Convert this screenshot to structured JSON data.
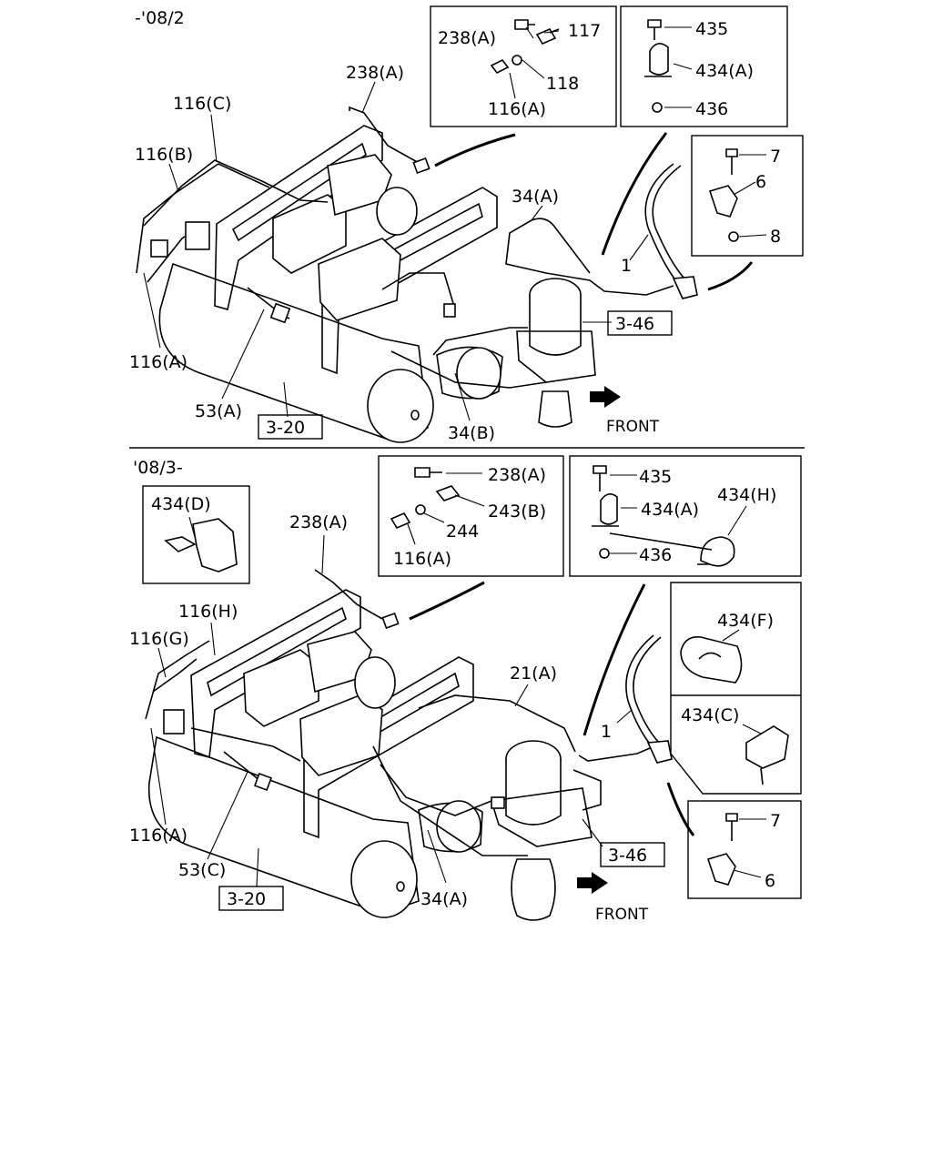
{
  "period_labels": {
    "top": "-'08/2",
    "bottom": "'08/3-"
  },
  "top_section": {
    "insets": {
      "fittings": {
        "labels": [
          "238(A)",
          "117",
          "118",
          "116(A)"
        ]
      },
      "clamp": {
        "labels": [
          "435",
          "434(A)",
          "436"
        ]
      },
      "bracket": {
        "labels": [
          "7",
          "6",
          "8"
        ]
      }
    },
    "callouts": {
      "c238A": "238(A)",
      "c116C": "116(C)",
      "c116B": "116(B)",
      "c34A": "34(A)",
      "c1": "1",
      "c346": "3-46",
      "c116A": "116(A)",
      "c53A": "53(A)",
      "c320": "3-20",
      "c34B": "34(B)",
      "front": "FRONT"
    }
  },
  "bottom_section": {
    "insets": {
      "clip_d": {
        "labels": [
          "434(D)"
        ]
      },
      "fittings": {
        "labels": [
          "238(A)",
          "243(B)",
          "244",
          "116(A)"
        ]
      },
      "clamp": {
        "labels": [
          "435",
          "434(A)",
          "434(H)",
          "436"
        ]
      },
      "clip_f": {
        "labels": [
          "434(F)"
        ]
      },
      "clip_c": {
        "labels": [
          "434(C)"
        ]
      },
      "bracket": {
        "labels": [
          "7",
          "6"
        ]
      }
    },
    "callouts": {
      "c238A": "238(A)",
      "c116H": "116(H)",
      "c116G": "116(G)",
      "c21A": "21(A)",
      "c1": "1",
      "c346": "3-46",
      "c116A": "116(A)",
      "c53C": "53(C)",
      "c320": "3-20",
      "c34A": "34(A)",
      "front": "FRONT"
    }
  }
}
